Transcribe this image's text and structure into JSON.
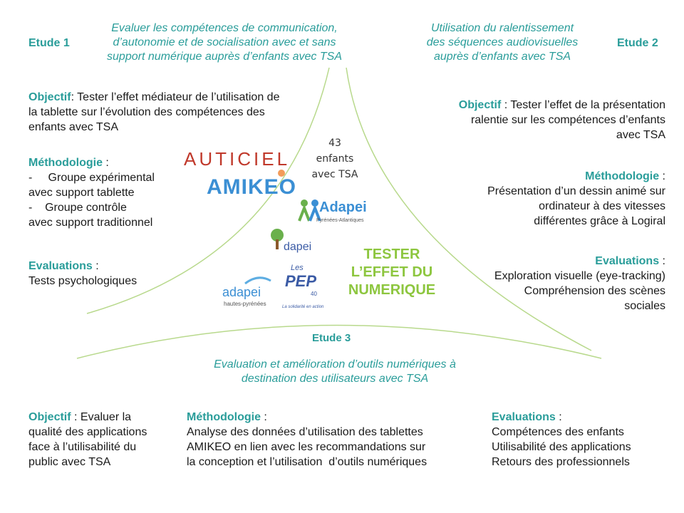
{
  "study1": {
    "label": "Etude 1",
    "title_lines": [
      "Evaluer les compétences de communication,",
      "d’autonomie et de socialisation avec et sans",
      "support numérique auprès d’enfants avec TSA"
    ],
    "objective_label": "Objectif",
    "objective_text_lines": [
      ": Tester l’effet médiateur de l’utilisation de",
      "la tablette sur l’évolution des compétences des",
      "enfants avec TSA"
    ],
    "methodology_label": "Méthodologie",
    "methodology_colon": " :",
    "methodology_lines": [
      "-     Groupe expérimental",
      "avec support tablette",
      "-    Groupe contrôle",
      "avec support traditionnel"
    ],
    "evaluations_label": "Evaluations",
    "evaluations_colon": " :",
    "evaluations_lines": [
      "Tests psychologiques"
    ]
  },
  "study2": {
    "label": "Etude 2",
    "title_lines": [
      "Utilisation du ralentissement",
      "des séquences audiovisuelles",
      "auprès d’enfants avec TSA"
    ],
    "objective_label": "Objectif",
    "objective_text_lines": [
      ": Tester l’effet de la présentation",
      "ralentie sur les compétences d’enfants",
      "avec TSA"
    ],
    "methodology_label": "Méthodologie",
    "methodology_colon": " :",
    "methodology_lines": [
      "Présentation d’un dessin animé sur",
      "ordinateur à des vitesses",
      "différentes grâce à Logiral"
    ],
    "evaluations_label": "Evaluations",
    "evaluations_colon": " :",
    "evaluations_lines": [
      "Exploration visuelle (eye-tracking)",
      "Compréhension des scènes",
      "sociales"
    ]
  },
  "study3": {
    "label": "Etude 3",
    "title_lines": [
      "Evaluation et amélioration d’outils numériques à",
      "destination des utilisateurs avec TSA"
    ],
    "objective_label": "Objectif",
    "objective_text_lines": [
      " : Evaluer la",
      "qualité des applications",
      "face à l’utilisabilité du",
      "public avec TSA"
    ],
    "methodology_label": "Méthodologie",
    "methodology_colon": " :",
    "methodology_lines": [
      "Analyse des données d’utilisation des tablettes",
      "AMIKEO en lien avec les recommandations sur",
      "la conception et l’utilisation  d’outils numériques"
    ],
    "evaluations_label": "Evaluations",
    "evaluations_colon": " :",
    "evaluations_lines": [
      "Compétences des enfants",
      "Utilisabilité des applications",
      "Retours des professionnels"
    ]
  },
  "center": {
    "count_lines": [
      "43",
      "enfants",
      "avec TSA"
    ],
    "tester_lines": [
      "TESTER",
      "L’EFFET DU",
      "NUMERIQUE"
    ]
  },
  "logos": {
    "auticiel": "AUTICIEL",
    "amikeo": "AMIKEO",
    "adapei_pa": "Adapei",
    "adapei_pa_sub": "Pyrénées-Atlantiques",
    "adapei_landes": "dapei",
    "adapei_hp": "adapei",
    "adapei_hp_sub": "hautes-pyrénées",
    "pep_top": "Les",
    "pep_main": "PEP",
    "pep_num": "40",
    "pep_sub": "La solidarité en action"
  },
  "colors": {
    "teal": "#2a9d9a",
    "green": "#8dc63f",
    "auticiel_red": "#c0392b",
    "amikeo_blue": "#3b8fd4",
    "adapei_green": "#6ab04c"
  }
}
